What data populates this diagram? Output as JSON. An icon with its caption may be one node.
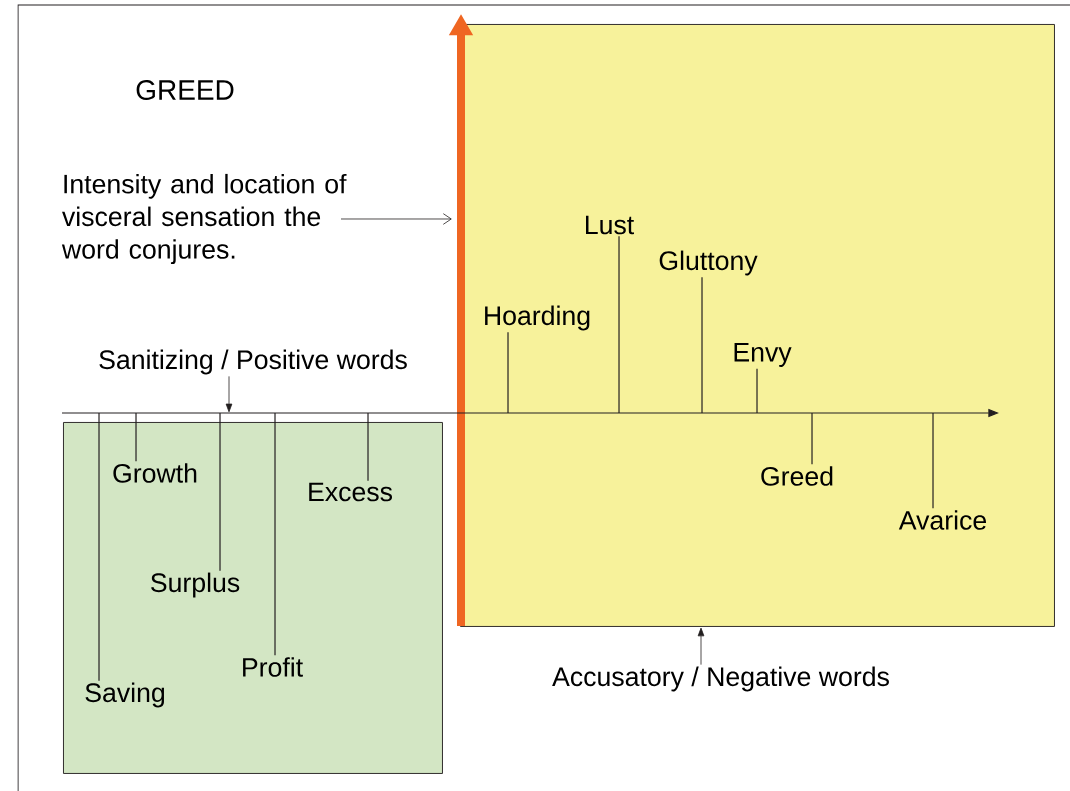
{
  "diagram": {
    "title": "GREED",
    "nodes": [
      {
        "text": [],
        "shape": "box"
      },
      {
        "text": [
          "Hoarding"
        ],
        "in": 0
      },
      {
        "text": [
          "Lust"
        ],
        "in": 0
      },
      {
        "text": [
          "Gluttony"
        ],
        "in": 0
      },
      {
        "text": [
          "Envy"
        ],
        "in": 0
      },
      {
        "text": [
          "Greed"
        ],
        "in": 0
      },
      {
        "text": [
          "Avarice"
        ],
        "in": 0
      },
      {
        "text": [],
        "shape": "box"
      },
      {
        "text": [
          "Saving"
        ],
        "in": 7
      },
      {
        "text": [
          "Growth"
        ],
        "in": 7
      },
      {
        "text": [
          "Surplus"
        ],
        "in": 7
      },
      {
        "text": [
          "Profit"
        ],
        "in": 7
      },
      {
        "text": [
          "Excess"
        ],
        "in": 7
      },
      {
        "text": [
          "Intensity and location of visceral sensation the word conjures."
        ]
      },
      {
        "text": [
          "Sanitizing / Positive words"
        ]
      },
      {
        "text": [
          "Accusatory / Negative words"
        ]
      }
    ],
    "edges": [
      {
        "from": 1,
        "to": null,
        "arrow": "none"
      },
      {
        "from": 2,
        "to": null,
        "arrow": "none"
      },
      {
        "from": 3,
        "to": null,
        "arrow": "none"
      },
      {
        "from": 4,
        "to": null,
        "arrow": "none"
      },
      {
        "from": 5,
        "to": null,
        "arrow": "none"
      },
      {
        "from": 6,
        "to": null,
        "arrow": "none"
      },
      {
        "from": 8,
        "to": null,
        "arrow": "none"
      },
      {
        "from": 9,
        "to": null,
        "arrow": "none"
      },
      {
        "from": 10,
        "to": null,
        "arrow": "none"
      },
      {
        "from": 11,
        "to": null,
        "arrow": "none"
      },
      {
        "from": 12,
        "to": null,
        "arrow": "none"
      },
      {
        "from": 13,
        "to": 0,
        "arrow": "to"
      },
      {
        "from": 14,
        "to": 7,
        "arrow": "to"
      },
      {
        "from": 15,
        "to": 0,
        "arrow": "to"
      }
    ]
  }
}
